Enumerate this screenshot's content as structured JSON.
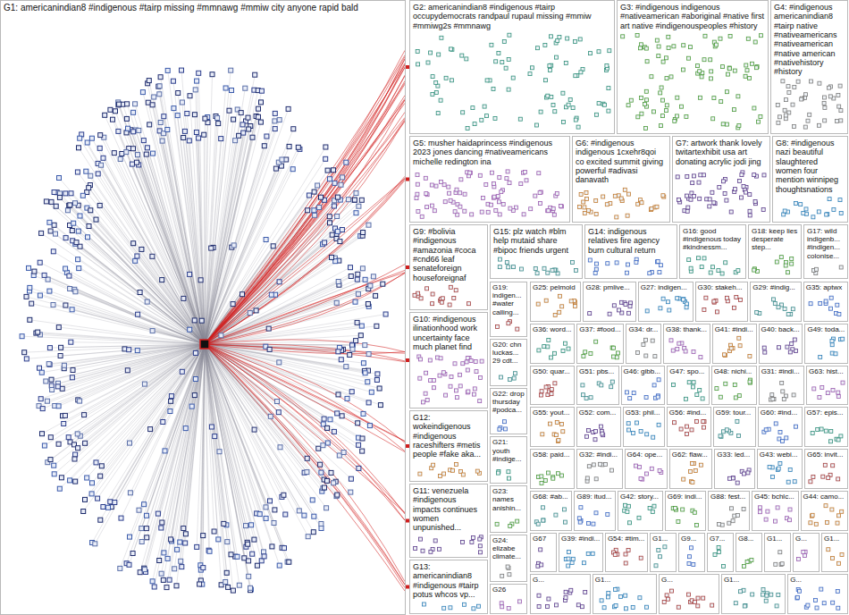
{
  "diagram": {
    "nodes": [
      {
        "text": [
          "G1: americanindian8 #indigenous #tairp missing #mmnawg #mmiw city anyone rapid bald"
        ]
      },
      {
        "text": [
          "G2: americanindian8 #indigenous #tairp occupydemocrats randpaul rupaul missing #mmiw #mmiwg2s #mmnawg"
        ]
      },
      {
        "text": [
          "G3: #indigenous indigenous #nativeamerican #aboriginal #native first art native #indigenouspeoples #history"
        ]
      },
      {
        "text": [
          "G4: #indigenous americanindian8 #tairp native #nativeamericans #nativeamerican #native american #nativehistory #history"
        ]
      },
      {
        "text": [
          "G5: musher haidaprincess #indigenous 2023 jones dancing #nativeamericans michelle redington ina"
        ]
      },
      {
        "text": [
          "G6: #indigenous indigenous 1cxehr8qoi co excited summit giving powerful #adivasi danavath"
        ]
      },
      {
        "text": [
          "G7: artwork thank lovely twitartexhibit usa art donating acrylic jodi jing"
        ]
      },
      {
        "text": [
          "G8: #indigenous nazi beautiful slaughtered women four mention winnipeg thoughtsnations"
        ]
      },
      {
        "text": [
          "G9: #bolivia #indigenous #amazonia #coca #cnd66 leaf senateforeign houseforeignaf"
        ]
      },
      {
        "text": [
          "G15: plz watch #blm help mutaid share #bipoc friends urgent"
        ]
      },
      {
        "text": [
          "G14: indigenous relatives fire agency burn cultural return"
        ]
      },
      {
        "text": [
          "G16: good #indigenous today #kindnessm..."
        ]
      },
      {
        "text": [
          "G18: keep lies desperate step..."
        ]
      },
      {
        "text": [
          "G17: wild indigenb... #indigen... colonise..."
        ]
      },
      {
        "text": [
          "G10: #indigenous ilinationhood work uncertainty face much planet find"
        ]
      },
      {
        "text": [
          "G12: wokeindigenous #indigenous raceshifters #metis people #fake aka..."
        ]
      },
      {
        "text": [
          "G11: venezuela #indigenous impacts continues women unpunished..."
        ]
      },
      {
        "text": [
          "G13: americanindian8 #indigenous #tairp potus whcos vp..."
        ]
      },
      {
        "text": [
          "G19: indigen... #water calling..."
        ]
      },
      {
        "text": [
          "G20: chn luckas... 29 cdt..."
        ]
      },
      {
        "text": [
          "G22: drop thursday #podca..."
        ]
      },
      {
        "text": [
          "G21: youth #indige..."
        ]
      },
      {
        "text": [
          "G23: names anishin..."
        ]
      },
      {
        "text": [
          "G24: elizabe climate..."
        ]
      },
      {
        "text": [
          "G26"
        ]
      },
      {
        "text": [
          "G25: pelmold"
        ]
      },
      {
        "text": [
          "G28: pmlive..."
        ]
      },
      {
        "text": [
          "G27: indigen..."
        ]
      },
      {
        "text": [
          "G30: stakeh..."
        ]
      },
      {
        "text": [
          "G29: #indig..."
        ]
      },
      {
        "text": [
          "G35: aptwx"
        ]
      },
      {
        "text": [
          "G36: word..."
        ]
      },
      {
        "text": [
          "G37: #food..."
        ]
      },
      {
        "text": [
          "G34: dr..."
        ]
      },
      {
        "text": [
          "G38: thank..."
        ]
      },
      {
        "text": [
          "G41: #indi..."
        ]
      },
      {
        "text": [
          "G40: back..."
        ]
      },
      {
        "text": [
          "G49: toda..."
        ]
      },
      {
        "text": [
          "G50: quar..."
        ]
      },
      {
        "text": [
          "G51: pbs..."
        ]
      },
      {
        "text": [
          "G46: gibb..."
        ]
      },
      {
        "text": [
          "G47: spo..."
        ]
      },
      {
        "text": [
          "G48: nichi..."
        ]
      },
      {
        "text": [
          "G31: #indi..."
        ]
      },
      {
        "text": [
          "G63: hist..."
        ]
      },
      {
        "text": [
          "G55: yout..."
        ]
      },
      {
        "text": [
          "G52: com..."
        ]
      },
      {
        "text": [
          "G53: phil..."
        ]
      },
      {
        "text": [
          "G56: #ind..."
        ]
      },
      {
        "text": [
          "G59: tour..."
        ]
      },
      {
        "text": [
          "G60: #ind..."
        ]
      },
      {
        "text": [
          "G57: epis..."
        ]
      },
      {
        "text": [
          "G58: paid..."
        ]
      },
      {
        "text": [
          "G32: #indi..."
        ]
      },
      {
        "text": [
          "G64: ope..."
        ]
      },
      {
        "text": [
          "G62: flaw..."
        ]
      },
      {
        "text": [
          "G33: led..."
        ]
      },
      {
        "text": [
          "G43: webi..."
        ]
      },
      {
        "text": [
          "G65: invit..."
        ]
      },
      {
        "text": [
          "G68: #ab..."
        ]
      },
      {
        "text": [
          "G89: itud..."
        ]
      },
      {
        "text": [
          "G42: story..."
        ]
      },
      {
        "text": [
          "G69: indi..."
        ]
      },
      {
        "text": [
          "G88: fest..."
        ]
      },
      {
        "text": [
          "G45: bchlc..."
        ]
      },
      {
        "text": [
          "G44: camo..."
        ]
      },
      {
        "text": [
          "G67"
        ]
      },
      {
        "text": [
          "G39: #indi..."
        ]
      },
      {
        "text": [
          "G54: #tim..."
        ]
      },
      {
        "text": [
          "G1..."
        ]
      },
      {
        "text": [
          "G9..."
        ]
      },
      {
        "text": [
          "G7..."
        ]
      },
      {
        "text": [
          "G8..."
        ]
      },
      {
        "text": [
          "G1..."
        ]
      },
      {
        "text": [
          "G..."
        ]
      },
      {
        "text": [
          "G1..."
        ]
      },
      {
        "text": [
          "G..."
        ]
      },
      {
        "text": [
          "G1..."
        ]
      },
      {
        "text": [
          "G..."
        ]
      },
      {
        "text": [
          "G1..."
        ]
      },
      {
        "text": [
          "G..."
        ]
      }
    ],
    "edges": [
      {
        "from": 0,
        "to": 1,
        "arrow": "none"
      },
      {
        "from": 0,
        "to": 4,
        "arrow": "none"
      },
      {
        "from": 0,
        "to": 8,
        "arrow": "none"
      },
      {
        "from": 0,
        "to": 14,
        "arrow": "none"
      },
      {
        "from": 0,
        "to": 15,
        "arrow": "none"
      },
      {
        "from": 0,
        "to": 16,
        "arrow": "none"
      },
      {
        "from": 0,
        "to": 17,
        "arrow": "none"
      }
    ]
  }
}
